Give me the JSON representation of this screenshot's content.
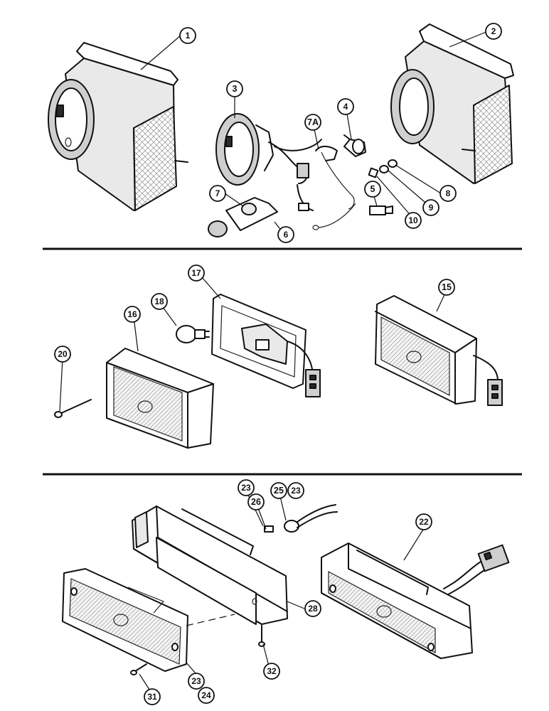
{
  "callouts": {
    "c1": "1",
    "c2": "2",
    "c3": "3",
    "c4": "4",
    "c5": "5",
    "c6": "6",
    "c7": "7",
    "c7a": "7A",
    "c8": "8",
    "c9": "9",
    "c10": "10",
    "c15": "15",
    "c16": "16",
    "c17": "17",
    "c18": "18",
    "c20": "20",
    "c22": "22",
    "c23a": "23",
    "c23b": "23",
    "c23c": "23",
    "c24": "24",
    "c25": "25",
    "c26": "26",
    "c28": "28",
    "c31": "31",
    "c32": "32"
  }
}
